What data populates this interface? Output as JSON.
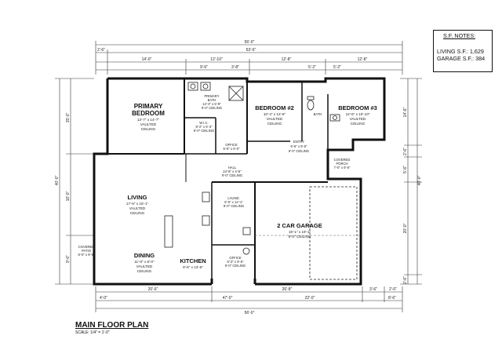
{
  "sf_notes": {
    "title": "S.F. NOTES:",
    "living": "LIVING S.F.: 1,629",
    "garage": "GARAGE S.F.: 384"
  },
  "plan": {
    "title": "MAIN FLOOR PLAN",
    "scale": "SCALE: 1/4\" = 1'-0\""
  },
  "rooms": {
    "primary_bedroom": {
      "name": "PRIMARY BEDROOM",
      "line1": "PRIMARY",
      "line2": "BEDROOM",
      "size": "13'-7\" x 14'-7\"",
      "ceiling1": "VAULTED",
      "ceiling2": "CEILING"
    },
    "primary_bath": {
      "name1": "PRIMARY",
      "name2": "BATH",
      "size": "12'-3\" x 5'-9\"",
      "ceiling": "9'-0\" CEILING"
    },
    "wic": {
      "name": "W.I.C.",
      "size": "8'-2\" x 5'-3\"",
      "ceiling": "9'-0\" CEILING"
    },
    "bedroom2": {
      "name": "BEDROOM #2",
      "size": "10'-4\" x 12'-6\"",
      "ceiling1": "VAULTED",
      "ceiling2": "CEILING"
    },
    "bedroom3": {
      "name": "BEDROOM #3",
      "size": "12'-6\" x 10'-10\"",
      "ceiling1": "VAULTED",
      "ceiling2": "CEILING"
    },
    "bath": {
      "name": "BATH"
    },
    "office_small": {
      "name": "OFFICE",
      "size": "5'-6\" x 5'-0\""
    },
    "entry": {
      "name": "ENTRY",
      "size": "6'-6\" x 9'-6\"",
      "ceiling": "9'-0\" CEILING"
    },
    "covered_porch": {
      "name1": "COVERED",
      "name2": "PORCH",
      "size": "7'-0\" x 6'-6\""
    },
    "hall": {
      "name": "HALL",
      "size": "24'-8\" x 4'-6\"",
      "ceiling": "9'-0\" CEILING"
    },
    "living": {
      "name": "LIVING",
      "size": "17'-6\" x 15'-1\"",
      "ceiling1": "VAULTED",
      "ceiling2": "CEILING"
    },
    "laund": {
      "name": "LAUND.",
      "size": "6'-0\" x 12'-1\"",
      "ceiling": "9'-0\" CEILING"
    },
    "garage": {
      "name": "2 CAR GARAGE",
      "size": "19'-1\" x 19'-1\"",
      "ceiling": "9'-0\" CEILING"
    },
    "office": {
      "name": "OFFICE",
      "size": "6'-3\" x 9'-5\"",
      "ceiling": "9'-0\" CEILING"
    },
    "dining": {
      "name": "DINING",
      "size": "11'-0\" x 8'-0\"",
      "ceiling1": "VAULTED",
      "ceiling2": "CEILING"
    },
    "kitchen": {
      "name": "KITCHEN",
      "size": "9'-6\" x 13'-6\""
    },
    "covered_patio": {
      "name1": "COVERED",
      "name2": "PATIO",
      "size": "8'-0\" x 9'-6\""
    }
  },
  "dimensions": {
    "top_overall": "56'-0\"",
    "top_row1": [
      "2'-6\"",
      "53'-6\""
    ],
    "top_row2": [
      "14'-0\"",
      "12'-10\"",
      "12'-8\"",
      "12'-8\""
    ],
    "top_row3": [
      "9'-6\"",
      "3'-8\"",
      "5'-2\"",
      "5'-2\""
    ],
    "bottom_row1": [
      "20'-6\"",
      "26'-8\"",
      "3'-6\"",
      "2'-0\""
    ],
    "bottom_row2": [
      "47'-0\"",
      "22'-0\""
    ],
    "bottom_row3": [
      "4'-0\"",
      "8'-6\""
    ],
    "bottom_overall": "56'-0\"",
    "left_overall": "40'-0\"",
    "left": [
      "15'-0\"",
      "16'-0\"",
      "9'-0\""
    ],
    "right_overall": "40'-0\"",
    "right": [
      "14'-6\"",
      "2'-6\"",
      "5'-6\"",
      "20'-0\"",
      "2'-6\""
    ]
  }
}
